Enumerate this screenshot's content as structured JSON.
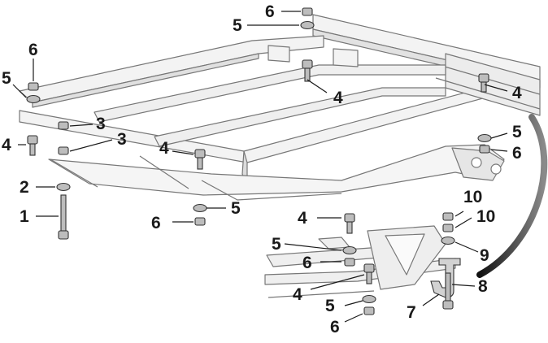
{
  "diagram": {
    "callouts": [
      {
        "id": "c6a",
        "text": "6"
      },
      {
        "id": "c5a",
        "text": "5"
      },
      {
        "id": "c6b",
        "text": "6"
      },
      {
        "id": "c5b",
        "text": "5"
      },
      {
        "id": "c4a",
        "text": "4"
      },
      {
        "id": "c4b",
        "text": "4"
      },
      {
        "id": "c3a",
        "text": "3"
      },
      {
        "id": "c3b",
        "text": "3"
      },
      {
        "id": "c4c",
        "text": "4"
      },
      {
        "id": "c4d",
        "text": "4"
      },
      {
        "id": "c5c",
        "text": "5"
      },
      {
        "id": "c6c",
        "text": "6"
      },
      {
        "id": "c2",
        "text": "2"
      },
      {
        "id": "c1",
        "text": "1"
      },
      {
        "id": "c5d",
        "text": "5"
      },
      {
        "id": "c6d",
        "text": "6"
      },
      {
        "id": "c10a",
        "text": "10"
      },
      {
        "id": "c10b",
        "text": "10"
      },
      {
        "id": "c4e",
        "text": "4"
      },
      {
        "id": "c5e",
        "text": "5"
      },
      {
        "id": "c6e",
        "text": "6"
      },
      {
        "id": "c9",
        "text": "9"
      },
      {
        "id": "c4f",
        "text": "4"
      },
      {
        "id": "c8",
        "text": "8"
      },
      {
        "id": "c5f",
        "text": "5"
      },
      {
        "id": "c7",
        "text": "7"
      },
      {
        "id": "c6f",
        "text": "6"
      }
    ],
    "colors": {
      "ink": "#1a1a1a",
      "frame_fill": "#f2f2f2",
      "frame_stroke": "#6f6f6f",
      "hardware_fill": "#bdbdbd"
    }
  }
}
